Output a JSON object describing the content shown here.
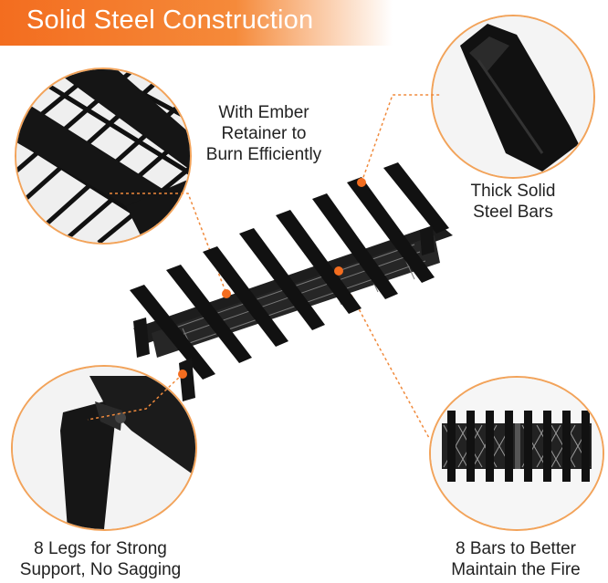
{
  "banner": {
    "title": "Solid Steel Construction"
  },
  "colors": {
    "accent": "#f36d1f",
    "steel": "#1a1a1a",
    "callout_line": "#f08a3c"
  },
  "callouts": {
    "ember": {
      "line1": "With Ember",
      "line2": "Retainer to",
      "line3": "Burn Efficiently"
    },
    "bars": {
      "line1": "Thick Solid",
      "line2": "Steel Bars"
    },
    "legs": {
      "line1": "8 Legs for Strong",
      "line2": "Support, No Sagging"
    },
    "fire": {
      "line1": "8 Bars to Better",
      "line2": "Maintain the Fire"
    }
  }
}
